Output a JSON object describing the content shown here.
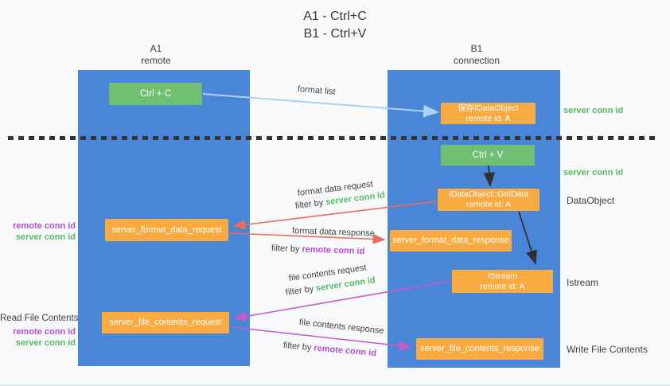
{
  "title": {
    "line1": "A1 - Ctrl+C",
    "line2": "B1 - Ctrl+V"
  },
  "lanes": {
    "a1": {
      "name": "A1",
      "subtitle": "remote"
    },
    "b1": {
      "name": "B1",
      "subtitle": "connection"
    }
  },
  "boxes": {
    "ctrl_c": {
      "label": "Ctrl + C"
    },
    "ctrl_v": {
      "label": "Ctrl + V"
    },
    "save_dataobject": {
      "line1": "保存IDataObject",
      "line2": "remote id: A"
    },
    "getdata": {
      "line1": "IDataObject::GetData",
      "line2": "remote id: A"
    },
    "istream": {
      "line1": "IStream",
      "line2": "remote id: A"
    },
    "format_request": {
      "label": "server_format_data_request"
    },
    "format_response": {
      "label": "server_format_data_response"
    },
    "file_request": {
      "label": "server_file_contents_request"
    },
    "file_response": {
      "label": "server_file_contents_response"
    }
  },
  "flow_labels": {
    "format_list": "format list",
    "format_data_request": "format data request",
    "format_data_response": "format data response",
    "file_contents_request": "file contents request",
    "file_contents_response": "file contents response",
    "filter_by": "filter by ",
    "server_conn_id": "server conn id",
    "remote_conn_id": "remote conn id"
  },
  "side_labels": {
    "server_conn_id": "server conn id",
    "remote_conn_id": "remote conn id",
    "dataobject": "DataObject",
    "istream": "Istream",
    "read_file_contents": "Read File Contents",
    "write_file_contents": "Write File Contents"
  },
  "colors": {
    "lane_blue": "#4a86d8",
    "box_green": "#6fbe72",
    "box_orange": "#f9aa41",
    "conn_green": "#55b961",
    "conn_purple": "#b050cb",
    "arrow_blue": "#a9d3f2",
    "arrow_red": "#ed6a5f",
    "arrow_magenta": "#c55cc7",
    "arrow_black": "#2f2f2f"
  }
}
